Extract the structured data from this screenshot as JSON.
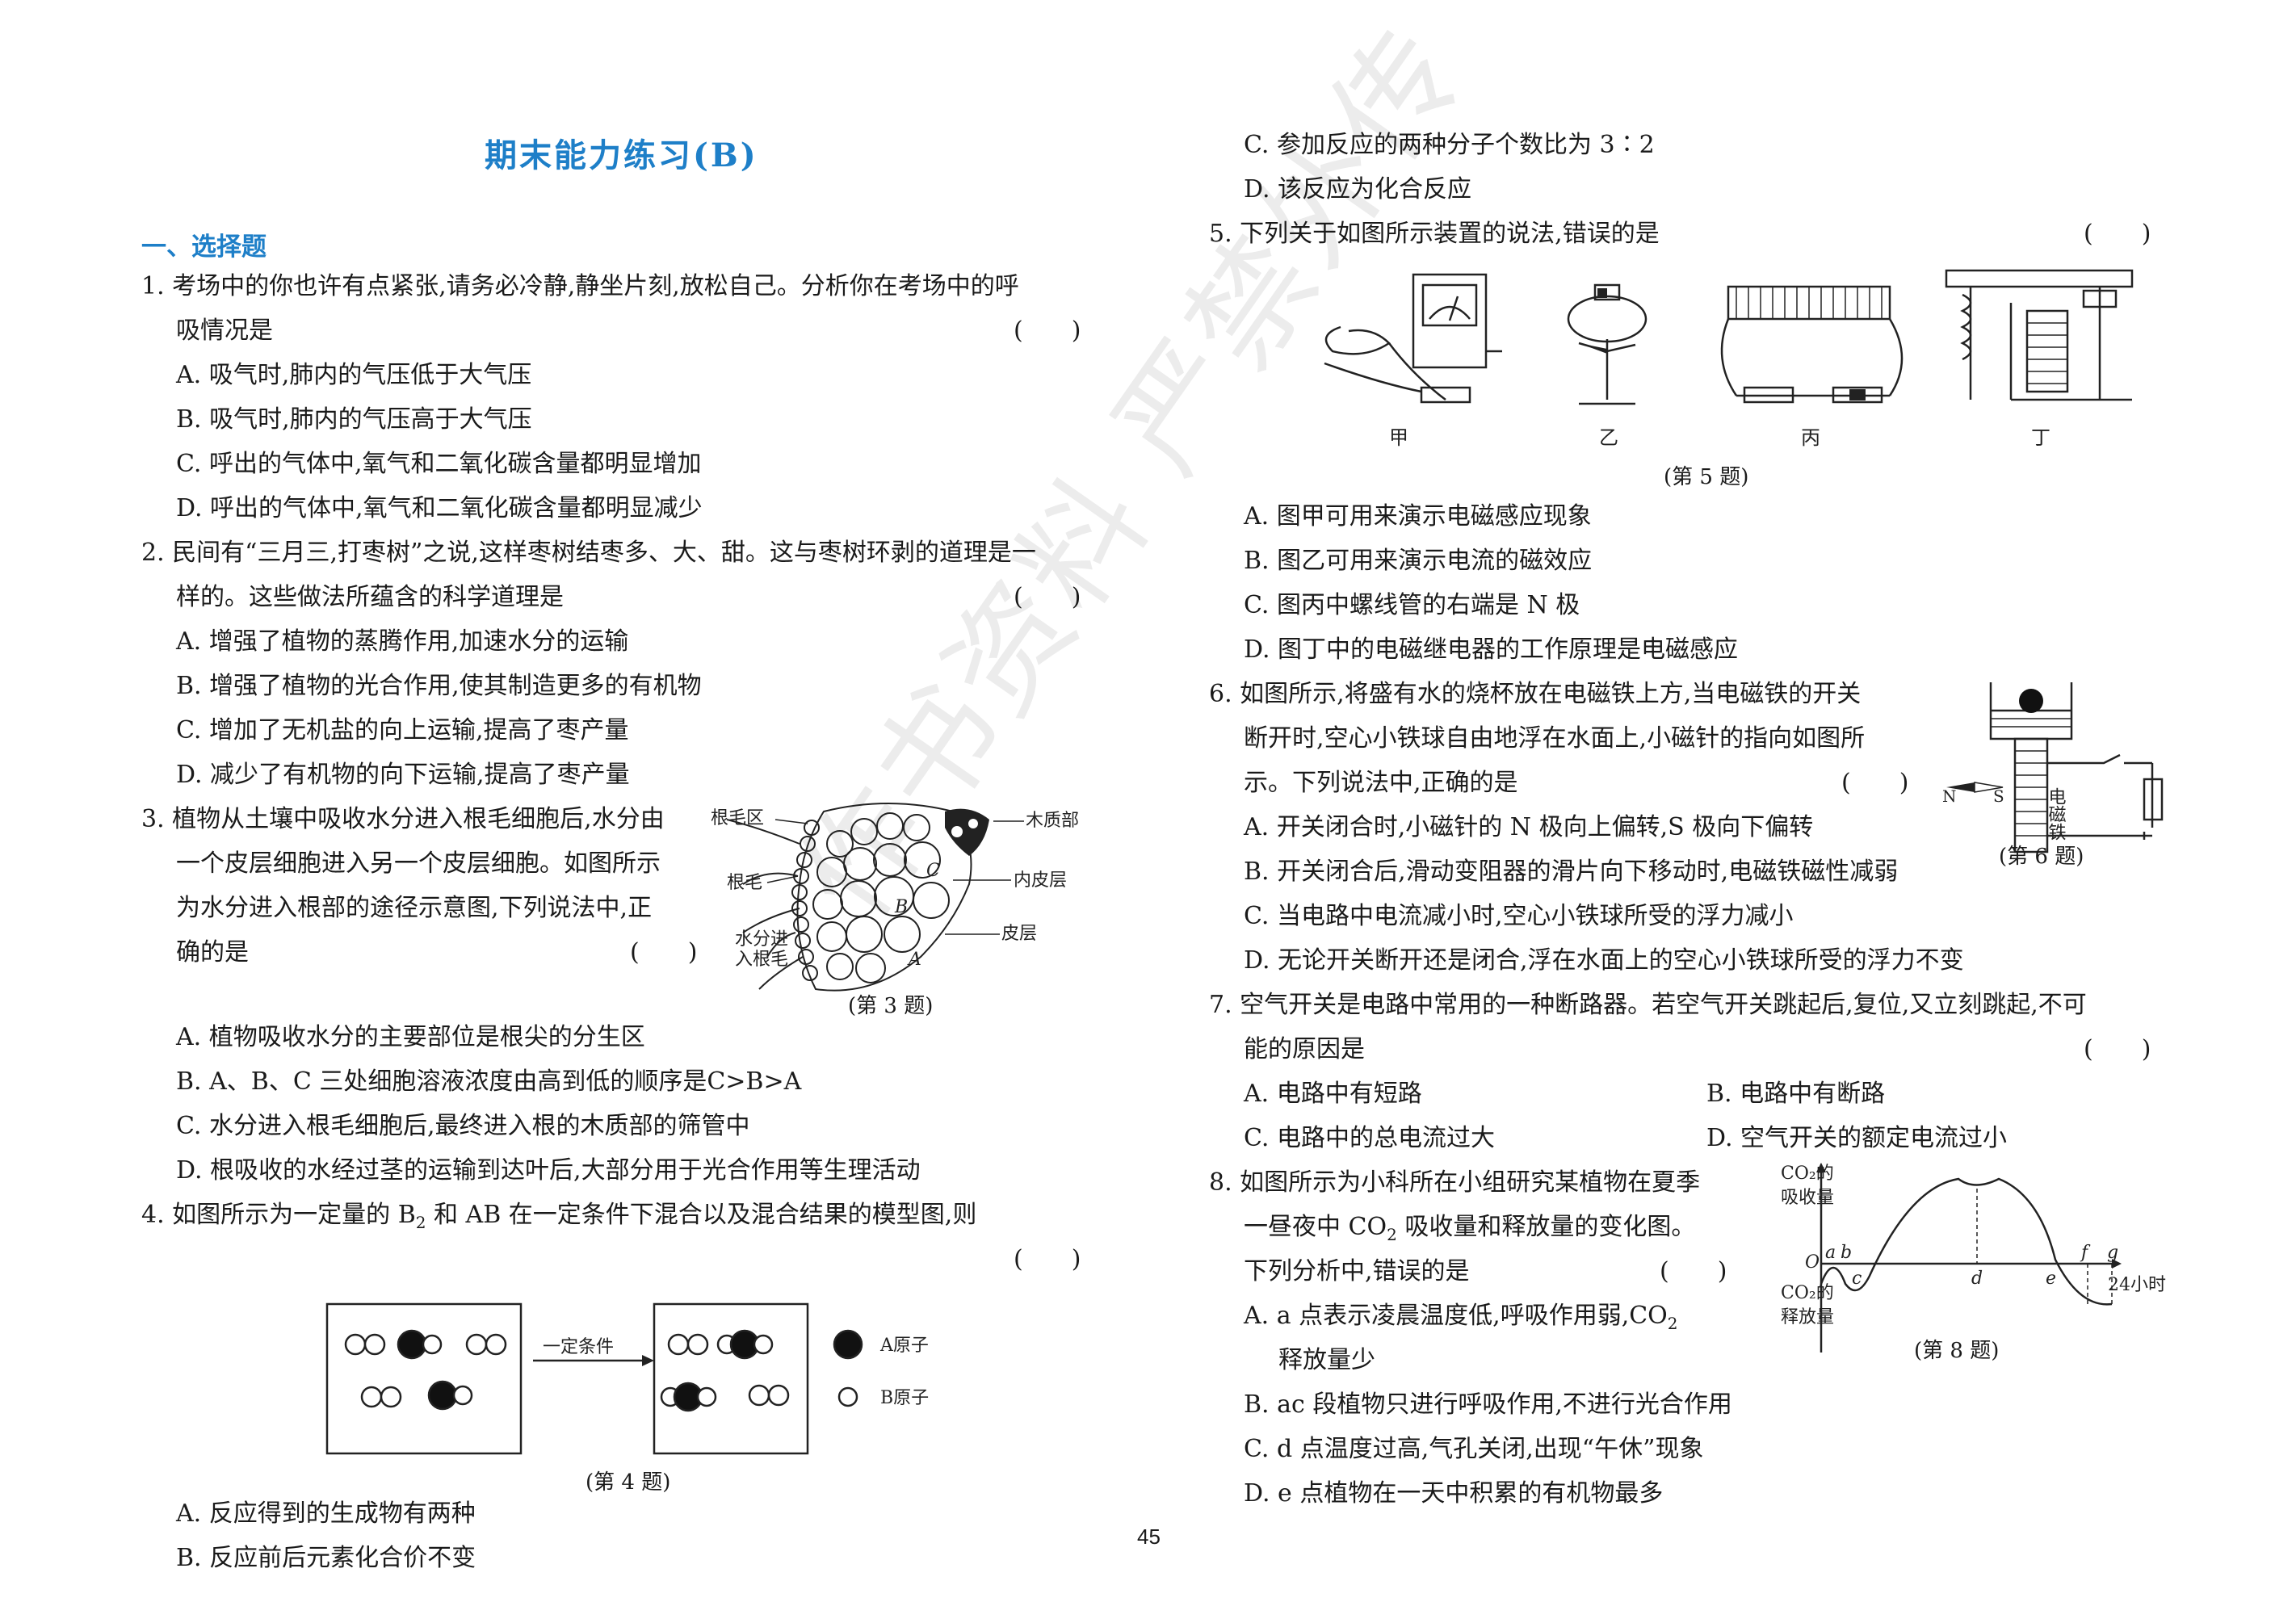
{
  "page": {
    "title": "期末能力练习(B)",
    "section": "一、选择题",
    "page_number": "45",
    "watermark": "作书资料 严禁外传",
    "paren": "(　　)"
  },
  "q1": {
    "stem1": "1. 考场中的你也许有点紧张,请务必冷静,静坐片刻,放松自己。分析你在考场中的呼",
    "stem2": "吸情况是",
    "A": "A. 吸气时,肺内的气压低于大气压",
    "B": "B. 吸气时,肺内的气压高于大气压",
    "C": "C. 呼出的气体中,氧气和二氧化碳含量都明显增加",
    "D": "D. 呼出的气体中,氧气和二氧化碳含量都明显减少"
  },
  "q2": {
    "stem1": "2. 民间有“三月三,打枣树”之说,这样枣树结枣多、大、甜。这与枣树环剥的道理是一",
    "stem2": "样的。这些做法所蕴含的科学道理是",
    "A": "A. 增强了植物的蒸腾作用,加速水分的运输",
    "B": "B. 增强了植物的光合作用,使其制造更多的有机物",
    "C": "C. 增加了无机盐的向上运输,提高了枣产量",
    "D": "D. 减少了有机物的向下运输,提高了枣产量"
  },
  "q3": {
    "stem1": "3. 植物从土壤中吸收水分进入根毛细胞后,水分由",
    "stem2": "一个皮层细胞进入另一个皮层细胞。如图所示",
    "stem3": "为水分进入根部的途径示意图,下列说法中,正",
    "stem4": "确的是",
    "A": "A. 植物吸收水分的主要部位是根尖的分生区",
    "B": "B. A、B、C 三处细胞溶液浓度由高到低的顺序是C>B>A",
    "C": "C. 水分进入根毛细胞后,最终进入根的木质部的筛管中",
    "D": "D. 根吸收的水经过茎的运输到达叶后,大部分用于光合作用等生理活动",
    "caption": "(第 3 题)",
    "labels": [
      "根毛区",
      "根毛",
      "水分进",
      "入根毛",
      "木质部",
      "内皮层",
      "皮层",
      "A",
      "B",
      "C"
    ]
  },
  "q4": {
    "stem1": "4. 如图所示为一定量的 B",
    "stem1_sub": "2",
    "stem1_tail": " 和 AB 在一定条件下混合以及混合结果的模型图,则",
    "arrow_label": "一定条件",
    "legend_a": "A原子",
    "legend_b": "B原子",
    "caption": "(第 4 题)",
    "A": "A. 反应得到的生成物有两种",
    "B": "B. 反应前后元素化合价不变",
    "C": "C. 参加反应的两种分子个数比为 3∶2",
    "D": "D. 该反应为化合反应"
  },
  "q5": {
    "stem": "5. 下列关于如图所示装置的说法,错误的是",
    "labels": [
      "甲",
      "乙",
      "丙",
      "丁"
    ],
    "caption": "(第 5 题)",
    "A": "A. 图甲可用来演示电磁感应现象",
    "B": "B. 图乙可用来演示电流的磁效应",
    "C": "C. 图丙中螺线管的右端是 N 极",
    "D": "D. 图丁中的电磁继电器的工作原理是电磁感应"
  },
  "q6": {
    "stem1": "6. 如图所示,将盛有水的烧杯放在电磁铁上方,当电磁铁的开关",
    "stem2": "断开时,空心小铁球自由地浮在水面上,小磁针的指向如图所",
    "stem3": "示。下列说法中,正确的是",
    "A": "A. 开关闭合时,小磁针的 N 极向上偏转,S 极向下偏转",
    "B": "B. 开关闭合后,滑动变阻器的滑片向下移动时,电磁铁磁性减弱",
    "C": "C. 当电路中电流减小时,空心小铁球所受的浮力减小",
    "D": "D. 无论开关断开还是闭合,浮在水面上的空心小铁球所受的浮力不变",
    "label_magnet": "电磁铁",
    "caption": "(第 6 题)"
  },
  "q7": {
    "stem1": "7. 空气开关是电路中常用的一种断路器。若空气开关跳起后,复位,又立刻跳起,不可",
    "stem2": "能的原因是",
    "A": "A. 电路中有短路",
    "B": "B. 电路中有断路",
    "C": "C. 电路中的总电流过大",
    "D": "D. 空气开关的额定电流过小"
  },
  "q8": {
    "stem1": "8. 如图所示为小科所在小组研究某植物在夏季",
    "stem2a": "一昼夜中 CO",
    "stem2b": " 吸收量和释放量的变化图。",
    "stem3": "下列分析中,错误的是",
    "A1a": "A. a 点表示凌晨温度低,呼吸作用弱,CO",
    "A2": "释放量少",
    "B": "B. ac 段植物只进行呼吸作用,不进行光合作用",
    "C": "C. d 点温度过高,气孔关闭,出现“午休”现象",
    "D": "D. e 点植物在一天中积累的有机物最多",
    "sub2": "2",
    "axis_top1": "CO₂的",
    "axis_top2": "吸收量",
    "axis_bot1": "CO₂的",
    "axis_bot2": "释放量",
    "axis_x": "24小时",
    "origin": "O",
    "points": [
      "a",
      "b",
      "c",
      "d",
      "e",
      "f",
      "g"
    ],
    "caption": "(第 8 题)"
  }
}
